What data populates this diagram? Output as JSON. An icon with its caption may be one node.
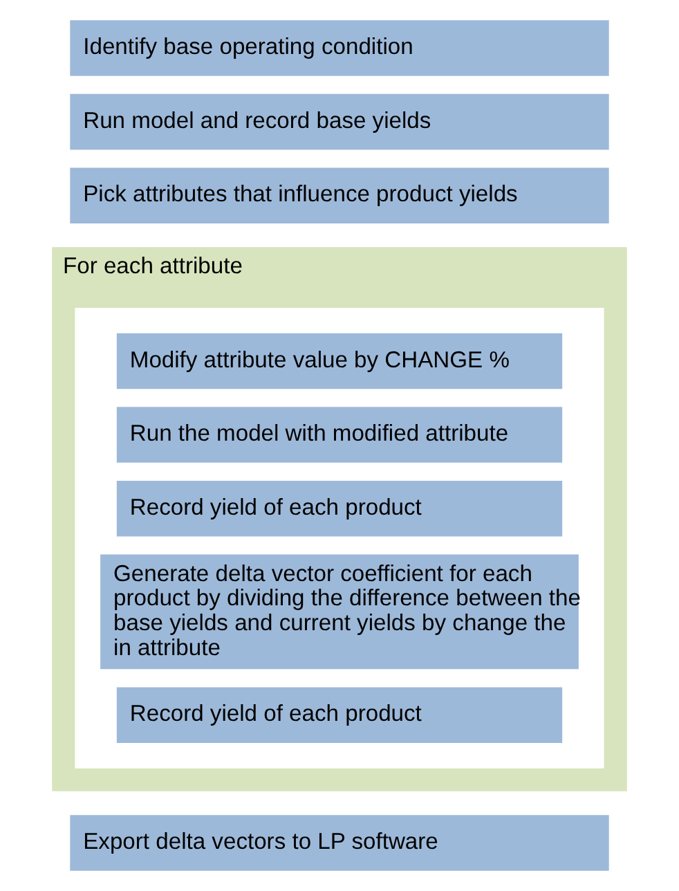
{
  "diagram": {
    "nodes": [
      {
        "text": [
          "Identify base operating condition"
        ]
      },
      {
        "text": [
          "Run model and record base yields"
        ]
      },
      {
        "text": [
          "Pick attributes that influence product yields"
        ]
      },
      {
        "text": [
          "For each attribute"
        ]
      },
      {
        "text": [],
        "shape": "box",
        "in": 3
      },
      {
        "text": [
          "Modify attribute value by CHANGE %"
        ],
        "in": 4
      },
      {
        "text": [
          "Run the model with modified attribute"
        ],
        "in": 4
      },
      {
        "text": [
          "Record yield of each product"
        ],
        "in": 4
      },
      {
        "text": [
          "Generate delta vector coefficient for each product by dividing the difference between the base yields and current yields by change the in attribute"
        ],
        "in": 4
      },
      {
        "text": [
          "Record yield of each product"
        ],
        "in": 4
      },
      {
        "text": [
          "Export delta vectors to LP software"
        ]
      }
    ]
  }
}
